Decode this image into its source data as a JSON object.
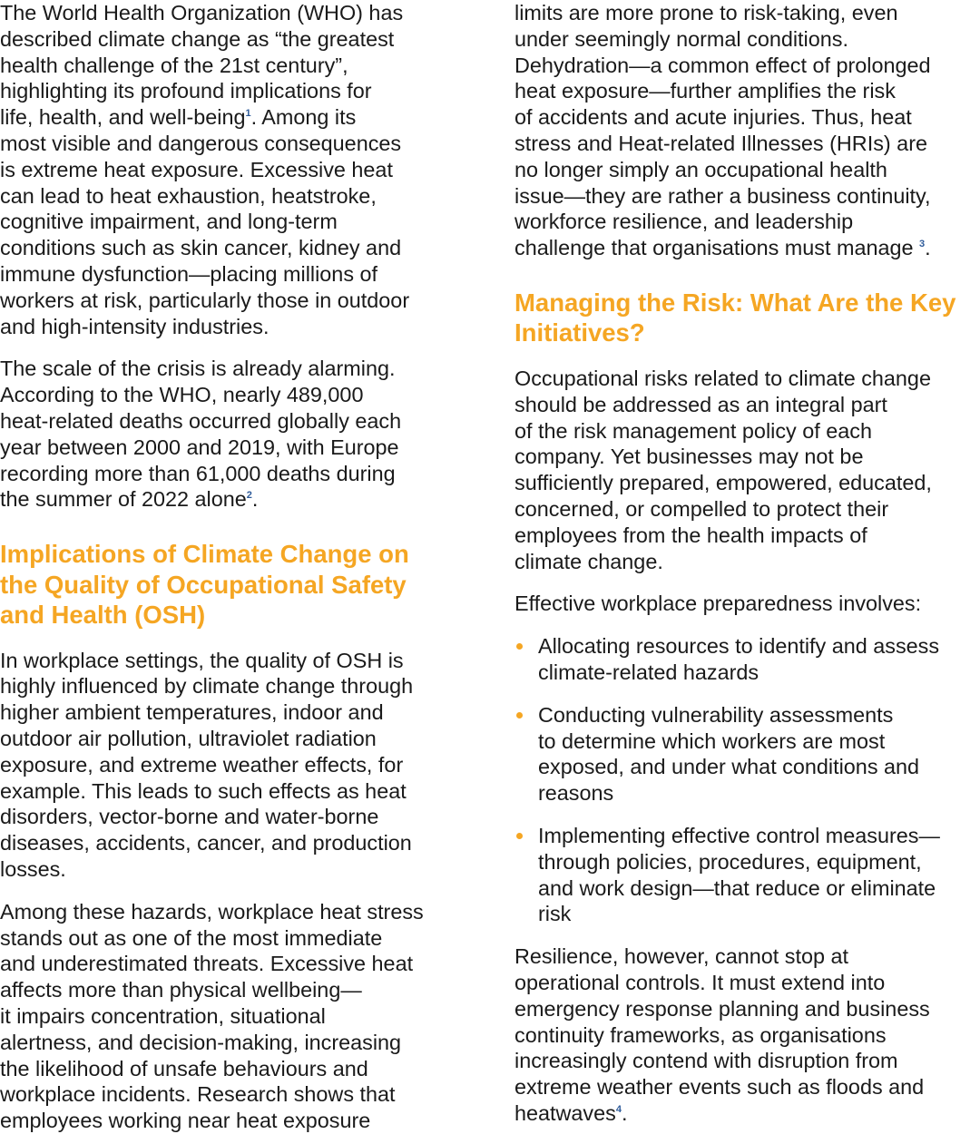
{
  "left": {
    "p1": "The World Health Organization (WHO) has\ndescribed climate change as “the greatest\nhealth challenge of the 21st century”,\nhighlighting its profound implications for\nlife, health, and well-being",
    "p1_fn": "1",
    "p1_rest": ". Among its\nmost visible and dangerous consequences\nis extreme heat exposure. Excessive heat\ncan lead to heat exhaustion, heatstroke,\ncognitive impairment, and long-term\nconditions such as skin cancer, kidney and\nimmune dysfunction—placing millions of\nworkers at risk, particularly those in outdoor\nand high-intensity industries.",
    "p2": "The scale of the crisis is already alarming.\nAccording to the WHO, nearly 489,000\nheat-related deaths occurred globally each\nyear between 2000 and 2019, with Europe\nrecording more than 61,000 deaths during\nthe summer of 2022 alone",
    "p2_fn": "2",
    "p2_rest": ".",
    "h1": "Implications of Climate Change on\nthe Quality of Occupational Safety\nand Health (OSH)",
    "p3": "In workplace settings, the quality of OSH is\nhighly influenced by climate change through\nhigher ambient temperatures, indoor and\noutdoor air pollution, ultraviolet radiation\nexposure, and extreme weather effects, for\nexample. This leads to such effects as heat\ndisorders, vector-borne and water-borne\ndiseases, accidents, cancer, and production\nlosses.",
    "p4": "Among these hazards, workplace heat stress\nstands out as one of the most immediate\nand underestimated threats. Excessive heat\naffects more than physical wellbeing—\nit impairs concentration, situational\nalertness, and decision-making, increasing\nthe likelihood of unsafe behaviours and\nworkplace incidents. Research shows that\nemployees working near heat exposure"
  },
  "right": {
    "p1": "limits are more prone to risk-taking, even\nunder seemingly normal conditions.\nDehydration—a common effect of prolonged\nheat exposure—further amplifies the risk\nof accidents and acute injuries. Thus, heat\nstress and Heat-related Illnesses (HRIs) are\nno longer simply an occupational health\nissue—they are rather a business continuity,\nworkforce resilience, and leadership\nchallenge that organisations must manage ",
    "p1_fn": "3",
    "p1_rest": ".",
    "h1": "Managing the Risk: What Are the Key\nInitiatives?",
    "p2": "Occupational risks related to climate change\nshould be addressed as an integral part\nof the risk management policy of each\ncompany. Yet businesses may not be\nsufficiently prepared, empowered, educated,\nconcerned, or compelled to protect their\nemployees from the health impacts of\nclimate change.",
    "p3": "Effective workplace preparedness involves:",
    "bullets": [
      "Allocating resources to identify and assess\nclimate-related hazards",
      "Conducting vulnerability assessments\nto determine which workers are most\nexposed, and under what conditions and\nreasons",
      "Implementing effective control measures—\nthrough policies, procedures, equipment,\nand work design—that reduce or eliminate\nrisk"
    ],
    "p4": "Resilience, however, cannot stop at\noperational controls. It must extend into\nemergency response planning and business\ncontinuity frameworks, as organisations\nincreasingly contend with disruption from\nextreme weather events such as floods and\nheatwaves",
    "p4_fn": "4",
    "p4_rest": "."
  },
  "colors": {
    "heading": "#f5a623",
    "footnote": "#2e5b9a",
    "text": "#1a1a1a",
    "bullet": "#f5a623"
  }
}
